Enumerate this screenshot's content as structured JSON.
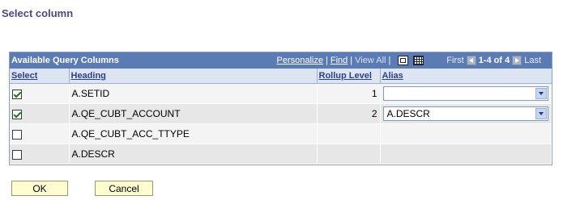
{
  "page_title": "Select column",
  "grid": {
    "title": "Available Query Columns",
    "nav": {
      "personalize": "Personalize",
      "find": "Find",
      "view_all": "View All",
      "first": "First",
      "range": "1-4 of 4",
      "last": "Last"
    },
    "columns": [
      "Select",
      "Heading",
      "Rollup Level",
      "Alias"
    ],
    "rows": [
      {
        "checked": true,
        "heading": "A.SETID",
        "rollup": "1",
        "alias": ""
      },
      {
        "checked": true,
        "heading": "A.QE_CUBT_ACCOUNT",
        "rollup": "2",
        "alias": "A.DESCR"
      },
      {
        "checked": false,
        "heading": "A.QE_CUBT_ACC_TTYPE",
        "rollup": "",
        "alias": null
      },
      {
        "checked": false,
        "heading": "A.DESCR",
        "rollup": "",
        "alias": null
      }
    ]
  },
  "buttons": {
    "ok": "OK",
    "cancel": "Cancel"
  },
  "colors": {
    "header_bar": "#5b7bb5",
    "column_header": "#dde5f3",
    "title_text": "#4a4a7a",
    "button_bg": "#fffdd0"
  }
}
